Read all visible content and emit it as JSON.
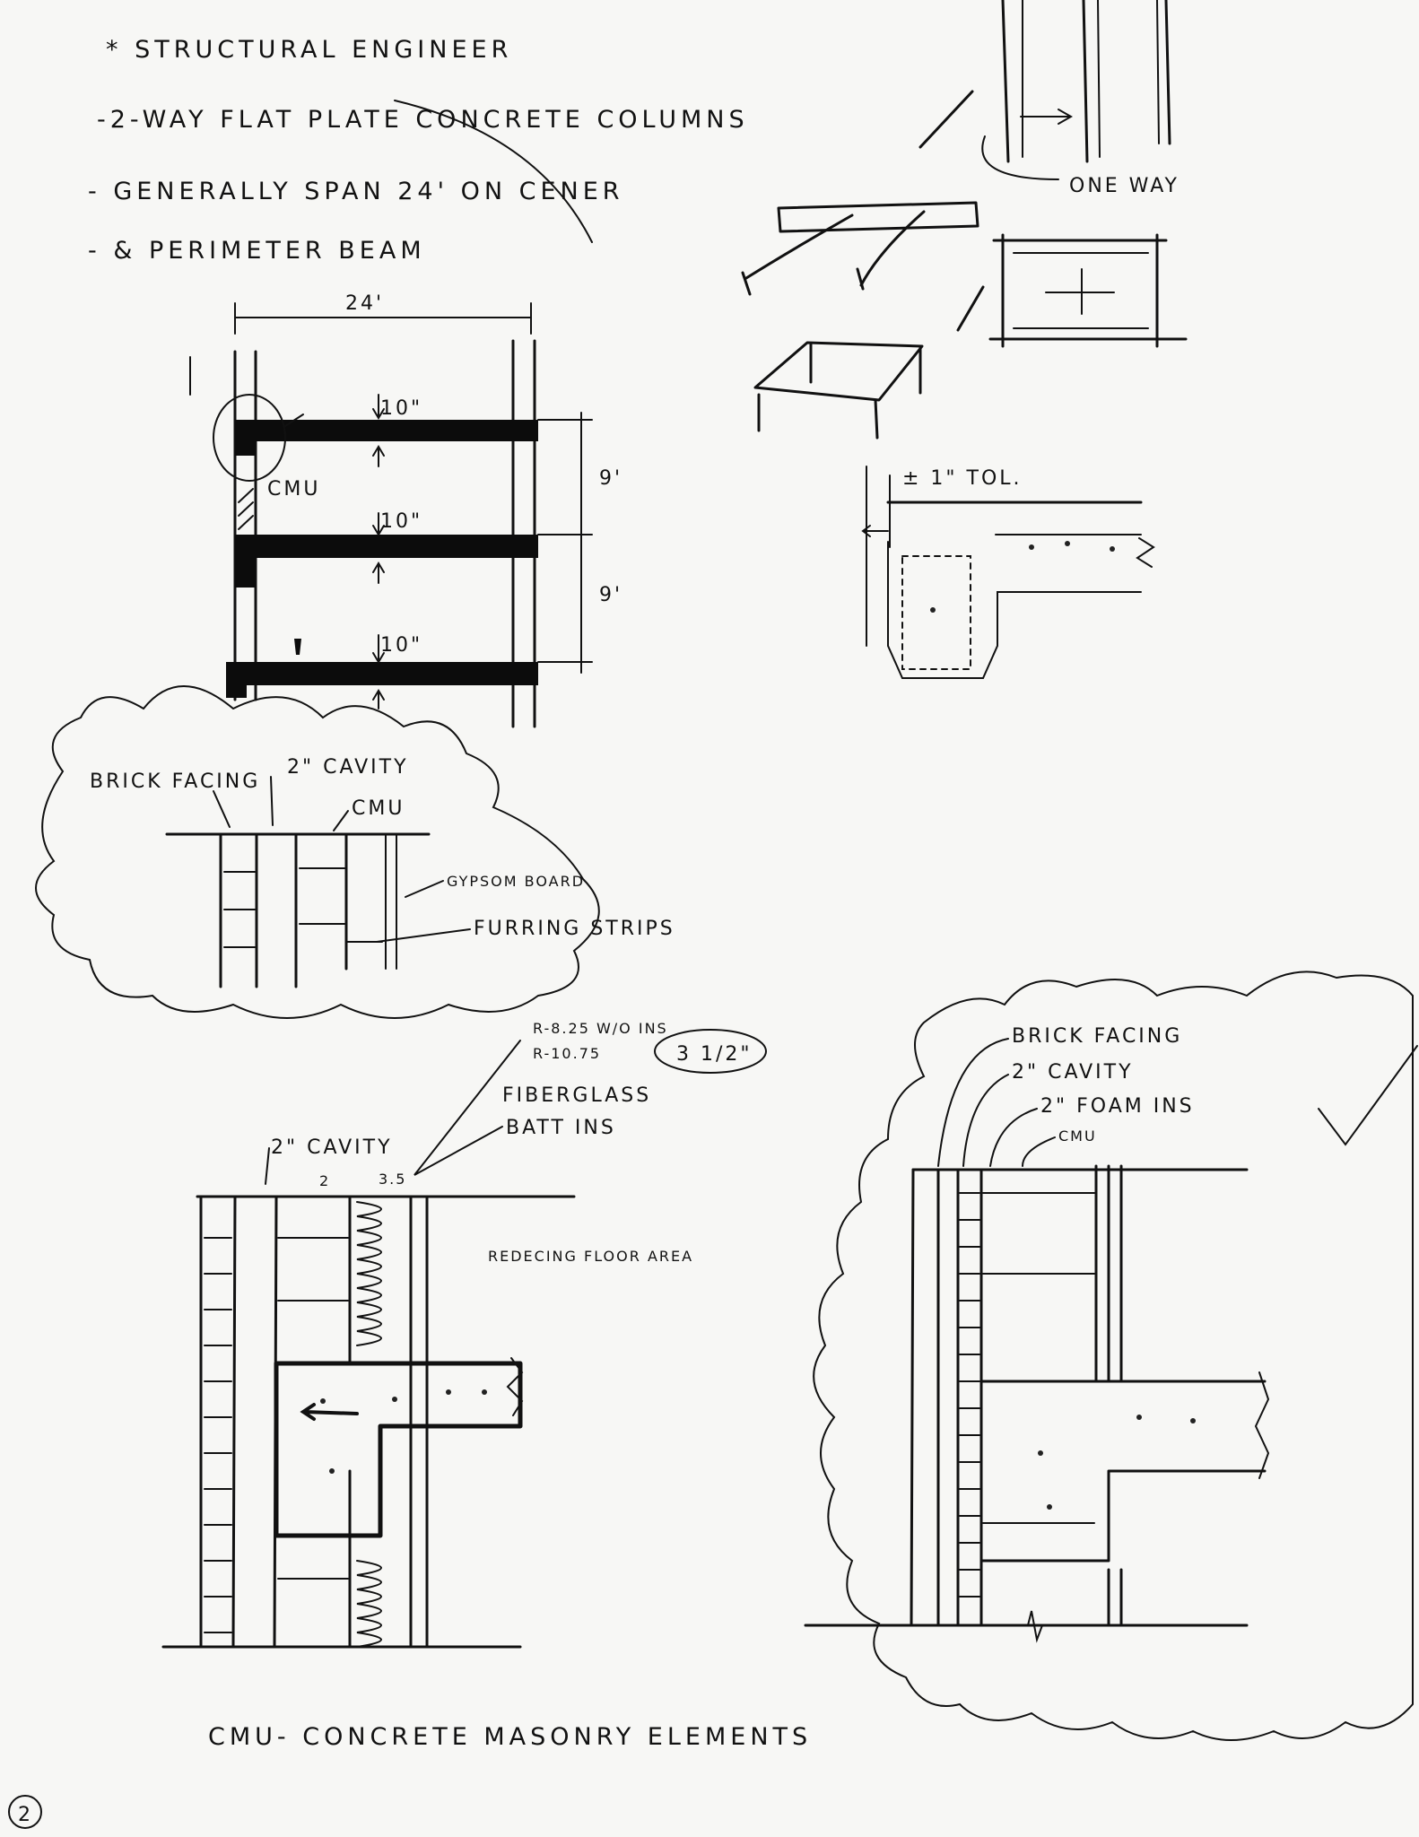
{
  "notes": {
    "line1": "* STRUCTURAL ENGINEER",
    "line2": "-2-WAY FLAT PLATE CONCRETE COLUMNS",
    "line3": "- GENERALLY SPAN 24' ON CENER",
    "line4": "- & PERIMETER BEAM"
  },
  "elevation": {
    "span_label": "24'",
    "slab_thickness": [
      "10\"",
      "10\"",
      "10\""
    ],
    "floor_heights": [
      "9'",
      "9'"
    ],
    "wall_label": "CMU"
  },
  "sketches_right": {
    "one_way_label": "ONE WAY",
    "tolerance_label": "± 1\" TOL."
  },
  "wall_section_1": {
    "labels": [
      "BRICK FACING",
      "2\" CAVITY",
      "CMU",
      "GYPSOM BOARD",
      "FURRING STRIPS"
    ]
  },
  "wall_section_2": {
    "r_value_1": "R-8.25 W/O INS",
    "r_value_2": "R-10.75",
    "thickness_note": "3 1/2\"",
    "insulation_line1": "FIBERGLASS",
    "insulation_line2": "BATT INS",
    "cavity_label": "2\" CAVITY",
    "dim_2": "2",
    "dim_35": "3.5",
    "note": "REDECING FLOOR AREA"
  },
  "wall_section_3": {
    "labels": [
      "BRICK FACING",
      "2\" CAVITY",
      "2\" FOAM INS",
      "CMU"
    ]
  },
  "footer": {
    "caption": "CMU- CONCRETE MASONRY ELEMENTS",
    "page_number": "2"
  }
}
